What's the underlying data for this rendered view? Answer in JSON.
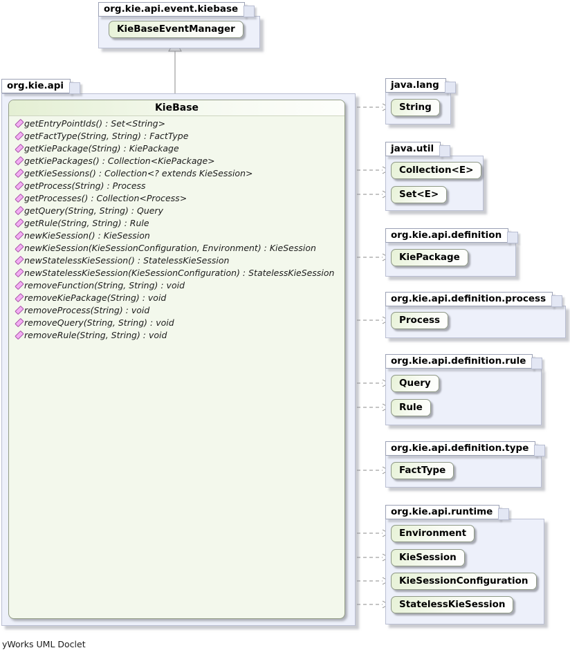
{
  "footer": "yWorks UML Doclet",
  "top_package": {
    "name": "org.kie.api.event.kiebase",
    "class": "KieBaseEventManager"
  },
  "main_package": {
    "name": "org.kie.api",
    "class": {
      "title": "KieBase",
      "methods": [
        "getEntryPointIds() : Set<String>",
        "getFactType(String, String) : FactType",
        "getKiePackage(String) : KiePackage",
        "getKiePackages() : Collection<KiePackage>",
        "getKieSessions() : Collection<? extends KieSession>",
        "getProcess(String) : Process",
        "getProcesses() : Collection<Process>",
        "getQuery(String, String) : Query",
        "getRule(String, String) : Rule",
        "newKieSession() : KieSession",
        "newKieSession(KieSessionConfiguration, Environment) : KieSession",
        "newStatelessKieSession() : StatelessKieSession",
        "newStatelessKieSession(KieSessionConfiguration) : StatelessKieSession",
        "removeFunction(String, String) : void",
        "removeKiePackage(String) : void",
        "removeProcess(String) : void",
        "removeQuery(String, String) : void",
        "removeRule(String, String) : void"
      ]
    }
  },
  "right_packages": [
    {
      "name": "java.lang",
      "classes": [
        "String"
      ]
    },
    {
      "name": "java.util",
      "classes": [
        "Collection<E>",
        "Set<E>"
      ]
    },
    {
      "name": "org.kie.api.definition",
      "classes": [
        "KiePackage"
      ]
    },
    {
      "name": "org.kie.api.definition.process",
      "classes": [
        "Process"
      ]
    },
    {
      "name": "org.kie.api.definition.rule",
      "classes": [
        "Query",
        "Rule"
      ]
    },
    {
      "name": "org.kie.api.definition.type",
      "classes": [
        "FactType"
      ]
    },
    {
      "name": "org.kie.api.runtime",
      "classes": [
        "Environment",
        "KieSession",
        "KieSessionConfiguration",
        "StatelessKieSession"
      ]
    }
  ],
  "icons": {
    "method_icon": "pink-parallelogram-method-marker",
    "generalization_arrow": "hollow-triangle-up",
    "dependency_arrow": "open-chevron-dashed"
  },
  "colors": {
    "class_fill_green": "#e7f2d7",
    "kiebase_body": "#f3f8ec",
    "package_fill": "#edf0fa",
    "edge_gray": "#8a8a8a",
    "method_icon_pink": "#f4aef4",
    "method_icon_border": "#a856a8"
  }
}
